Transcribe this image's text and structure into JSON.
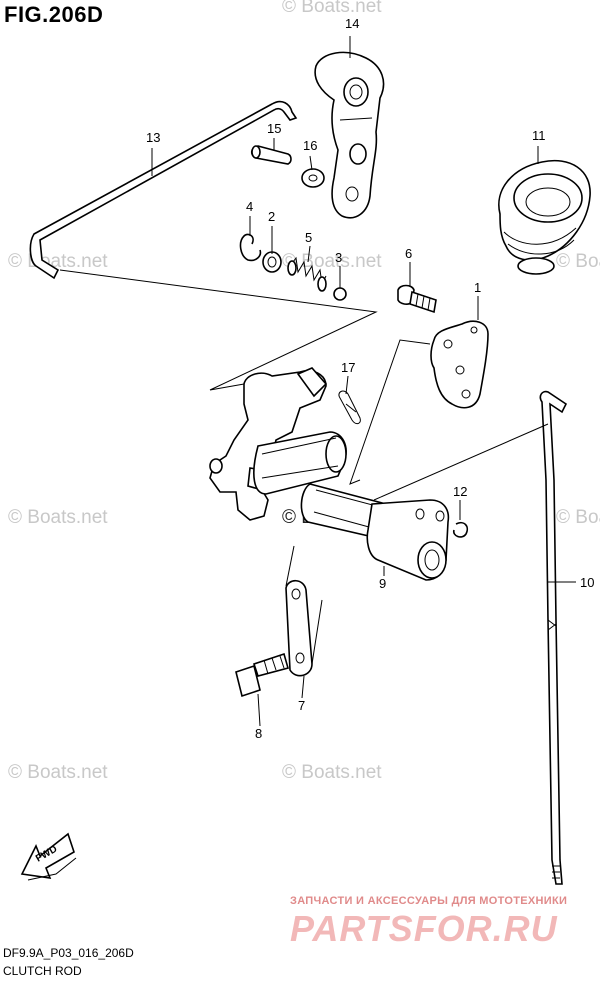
{
  "figure": {
    "title": "FIG.206D",
    "code": "DF9.9A_P03_016_206D",
    "caption": "CLUTCH ROD"
  },
  "callouts": [
    "1",
    "2",
    "3",
    "4",
    "5",
    "6",
    "7",
    "8",
    "9",
    "10",
    "11",
    "12",
    "13",
    "14",
    "15",
    "16",
    "17"
  ],
  "watermarks": {
    "light": "© Boats.net",
    "center": "© Boats.net"
  },
  "promo": {
    "tagline": "ЗАПЧАСТИ И АКСЕССУАРЫ ДЛЯ МОТОТЕХНИКИ",
    "brand": "PARTSFOR.RU"
  },
  "direction": {
    "label": "FWD"
  },
  "colors": {
    "line": "#000000",
    "watermark": "#c8c8c8",
    "promo": "#f2b8b8"
  }
}
